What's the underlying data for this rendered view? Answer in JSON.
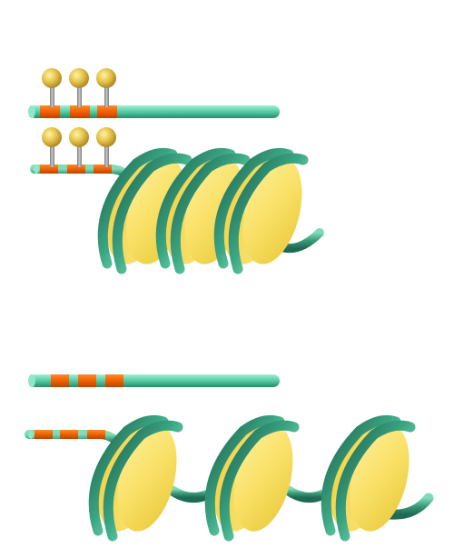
{
  "colors": {
    "dna_light": "#7fe3bf",
    "dna_mid": "#3fae8a",
    "dna_dark": "#1f6e57",
    "orange": "#f06000",
    "orange_dark": "#b84400",
    "histone_light": "#fdea80",
    "histone_mid": "#f7dc58",
    "histone_dark": "#e8c432",
    "knob_light": "#f4e27a",
    "knob_dark": "#b8902a",
    "stem": "#9a9a9a"
  },
  "diagram": {
    "panels": [
      {
        "panel": "top",
        "methylated": true,
        "state": "condensed",
        "orange_segments": 3,
        "nucleosomes": 3
      },
      {
        "panel": "bottom",
        "methylated": false,
        "state": "open",
        "orange_segments": 3,
        "nucleosomes": 3
      }
    ]
  }
}
